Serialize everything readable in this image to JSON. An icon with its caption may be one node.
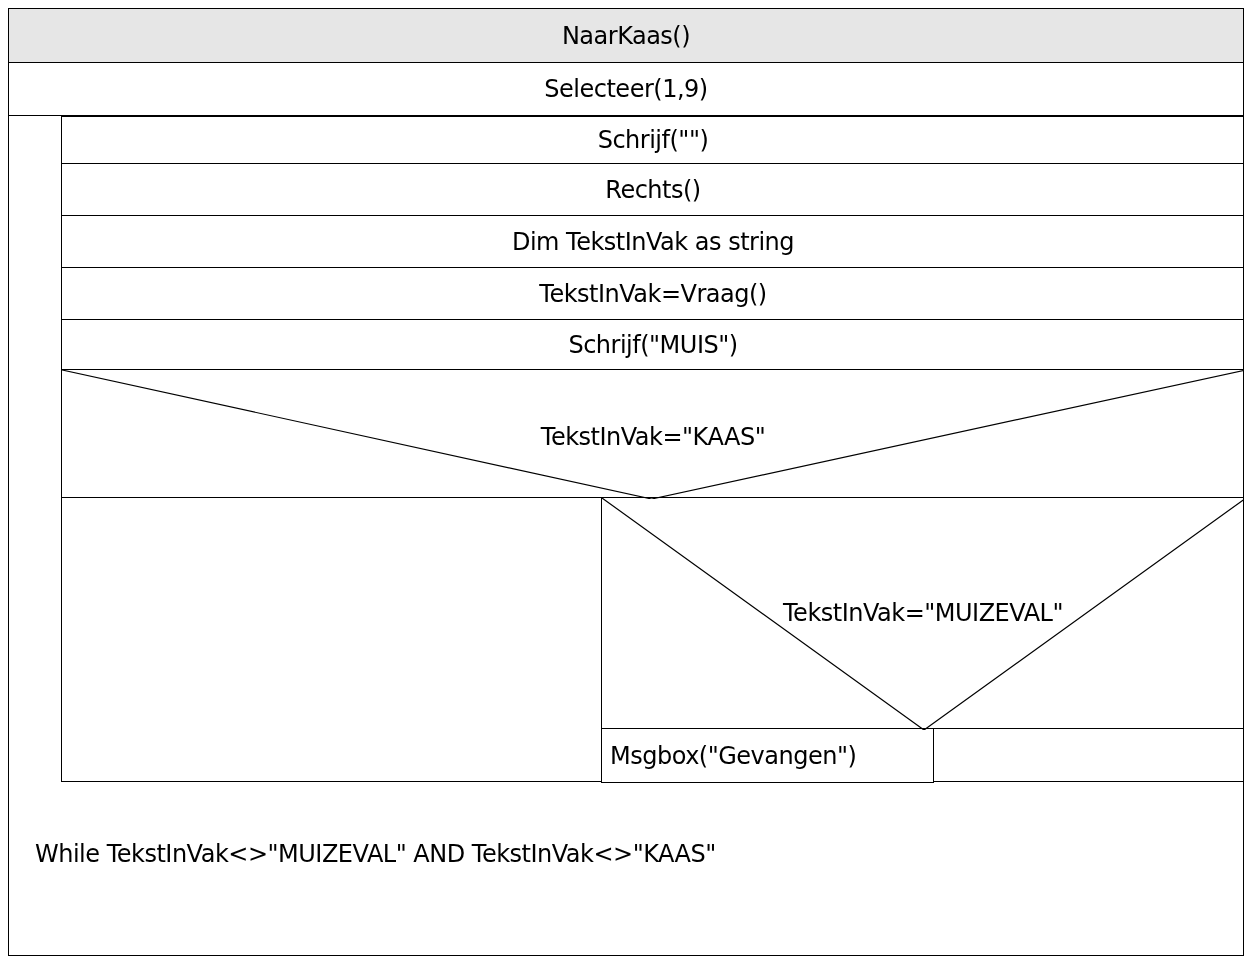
{
  "diagram": {
    "nodes": [
      {
        "text": [
          "NaarKaas()"
        ]
      },
      {
        "text": [
          "Selecteer(1,9)"
        ]
      },
      {
        "text": [
          "While TekstInVak<>\"MUIZEVAL\" AND TekstInVak<>\"KAAS\""
        ]
      },
      {
        "text": [
          "Schrijf(\"\")"
        ],
        "in": 2
      },
      {
        "text": [
          "Rechts()"
        ],
        "in": 2
      },
      {
        "text": [
          "Dim TekstInVak as string"
        ],
        "in": 2
      },
      {
        "text": [
          "TekstInVak=Vraag()"
        ],
        "in": 2
      },
      {
        "text": [
          "Schrijf(\"MUIS\")"
        ],
        "in": 2
      },
      {
        "text": [
          "TekstInVak=\"KAAS\""
        ],
        "in": 2
      },
      {
        "text": [],
        "shape": "box",
        "in": 2
      },
      {
        "text": [
          "TekstInVak=\"MUIZEVAL\""
        ],
        "in": 2
      },
      {
        "text": [
          "Msgbox(\"Gevangen\")"
        ],
        "in": 2
      },
      {
        "text": [],
        "shape": "box",
        "in": 2
      }
    ]
  }
}
